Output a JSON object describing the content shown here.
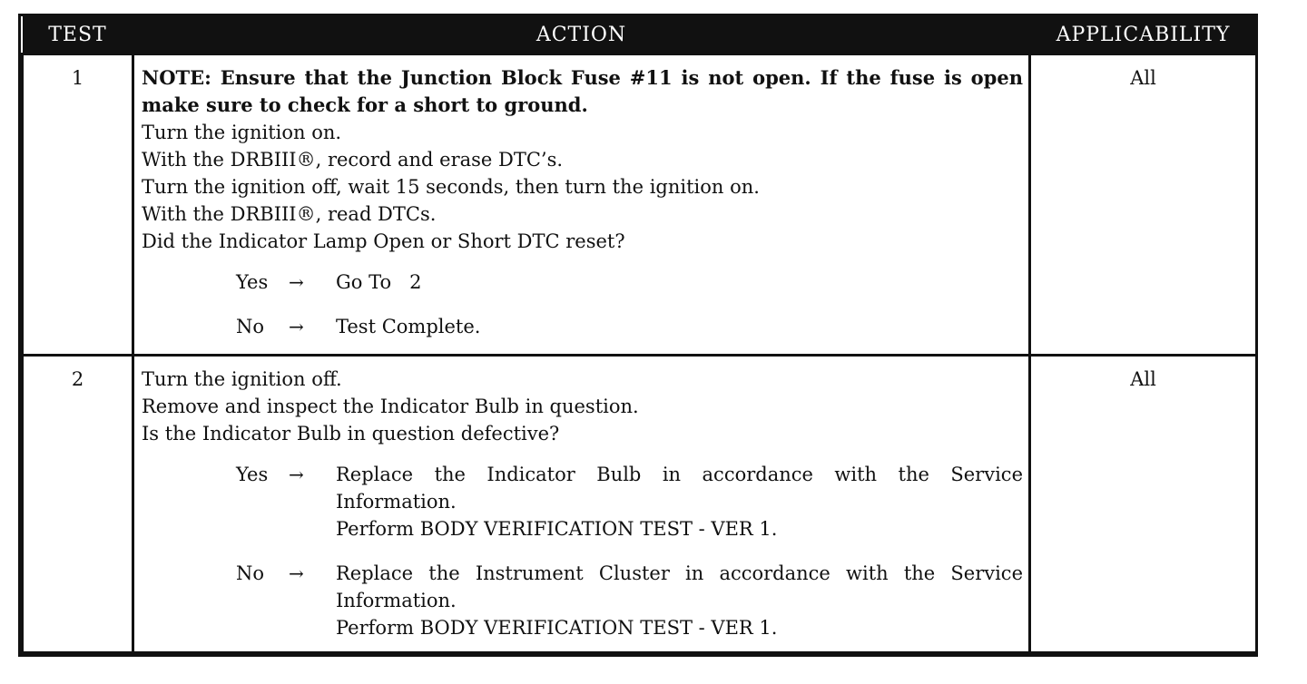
{
  "headers": {
    "test": "TEST",
    "action": "ACTION",
    "applicability": "APPLICABILITY"
  },
  "arrow": "→",
  "rows": [
    {
      "test": "1",
      "applicability": "All",
      "note": "NOTE: Ensure that the Junction Block Fuse #11 is not open. If the fuse is open make sure to check for a short to ground.",
      "steps": [
        "Turn the ignition on.",
        "With the DRBIII®, record and erase DTC’s.",
        "Turn the ignition off, wait 15 seconds, then turn the ignition on.",
        "With the DRBIII®, read DTCs.",
        "Did the Indicator Lamp Open or Short DTC reset?"
      ],
      "results": [
        {
          "label": "Yes",
          "lines": [
            "Go To   2"
          ]
        },
        {
          "label": "No",
          "lines": [
            "Test Complete."
          ]
        }
      ]
    },
    {
      "test": "2",
      "applicability": "All",
      "steps": [
        "Turn the ignition off.",
        "Remove and inspect the Indicator Bulb in question.",
        "Is the Indicator Bulb in question defective?"
      ],
      "results": [
        {
          "label": "Yes",
          "lines": [
            "Replace the Indicator Bulb in accordance with the Service Information.",
            "Perform BODY VERIFICATION TEST - VER 1."
          ]
        },
        {
          "label": "No",
          "lines": [
            "Replace the Instrument Cluster in accordance with the Service Information.",
            "Perform BODY VERIFICATION TEST - VER 1."
          ]
        }
      ]
    }
  ]
}
